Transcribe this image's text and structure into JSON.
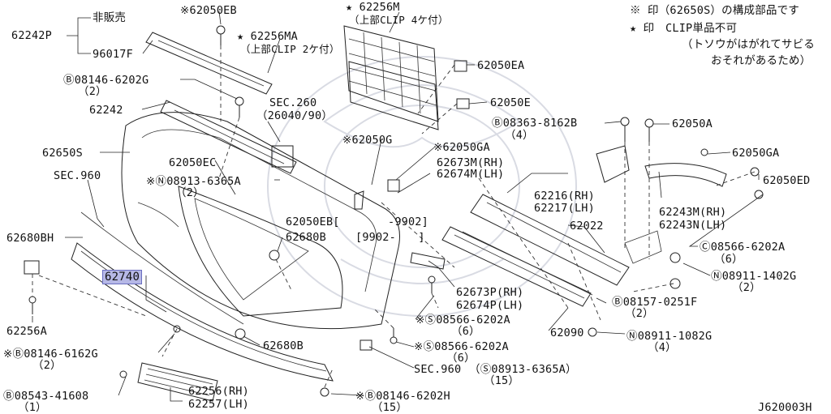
{
  "diagram_id": "J620003H",
  "notes": [
    "※ 印（62650S）の構成部品です",
    "★ 印　CLIP単品不可",
    "（トソウがはがれてサビる",
    "おそれがあるため）"
  ],
  "parts": [
    {
      "key": "p62050EB_top",
      "text": "※62050EB"
    },
    {
      "key": "p62256M",
      "text": "★ 62256M"
    },
    {
      "key": "p62256M_sub",
      "text": "（上部CLIP 4ケ付）"
    },
    {
      "key": "p_hanbai",
      "text": "非販売"
    },
    {
      "key": "p62242P",
      "text": "62242P"
    },
    {
      "key": "p96017F",
      "text": "96017F"
    },
    {
      "key": "p62256MA",
      "text": "★ 62256MA"
    },
    {
      "key": "p62256MA_sub",
      "text": "（上部CLIP 2ケ付）"
    },
    {
      "key": "p62050EA",
      "text": "62050EA"
    },
    {
      "key": "p08146_6202G",
      "text": "Ⓑ08146-6202G"
    },
    {
      "key": "p08146_6202G_q",
      "text": "（2）"
    },
    {
      "key": "p62050E",
      "text": "62050E"
    },
    {
      "key": "p62242",
      "text": "62242"
    },
    {
      "key": "pSEC260",
      "text": "SEC.260"
    },
    {
      "key": "pSEC260_sub",
      "text": "（26040/90）"
    },
    {
      "key": "p08363",
      "text": "Ⓑ08363-8162B"
    },
    {
      "key": "p08363_q",
      "text": "（4）"
    },
    {
      "key": "p62050A",
      "text": "62050A"
    },
    {
      "key": "p62650S",
      "text": "62650S"
    },
    {
      "key": "p62050G",
      "text": "※62050G"
    },
    {
      "key": "p62050GA_mid",
      "text": "※62050GA"
    },
    {
      "key": "p62050GA_right",
      "text": "62050GA"
    },
    {
      "key": "p62050EC",
      "text": "62050EC"
    },
    {
      "key": "pSEC960_left",
      "text": "SEC.960"
    },
    {
      "key": "p08913_a",
      "text": "※Ⓝ08913-6365A"
    },
    {
      "key": "p08913_a_q",
      "text": "（2）"
    },
    {
      "key": "p62673M",
      "text": "62673M(RH)"
    },
    {
      "key": "p62674M",
      "text": "62674M(LH)"
    },
    {
      "key": "p62050ED",
      "text": "62050ED"
    },
    {
      "key": "p62216",
      "text": "62216(RH)"
    },
    {
      "key": "p62217",
      "text": "62217(LH)"
    },
    {
      "key": "p62243M",
      "text": "62243M(RH)"
    },
    {
      "key": "p62243N",
      "text": "62243N(LH)"
    },
    {
      "key": "p9902_end",
      "text": "-9902]"
    },
    {
      "key": "p62050EB_mid",
      "text": "62050EB["
    },
    {
      "key": "p62680B_mid",
      "text": "62680B"
    },
    {
      "key": "p9902_start",
      "text": "[9902-　　]"
    },
    {
      "key": "p62022",
      "text": "62022"
    },
    {
      "key": "p62680BH",
      "text": "62680BH"
    },
    {
      "key": "p08566_6202A_r",
      "text": "Ⓒ08566-6202A"
    },
    {
      "key": "p08566_6202A_r_q",
      "text": "（6）"
    },
    {
      "key": "p62740",
      "text": "62740"
    },
    {
      "key": "p08911_1402G",
      "text": "Ⓝ08911-1402G"
    },
    {
      "key": "p08911_1402G_q",
      "text": "（2）"
    },
    {
      "key": "p62673P",
      "text": "62673P(RH)"
    },
    {
      "key": "p62674P",
      "text": "62674P(LH)"
    },
    {
      "key": "p08157",
      "text": "Ⓑ08157-0251F"
    },
    {
      "key": "p08157_q",
      "text": "（2）"
    },
    {
      "key": "p62256A",
      "text": "62256A"
    },
    {
      "key": "p08566_a",
      "text": "※Ⓢ08566-6202A"
    },
    {
      "key": "p08566_a_q",
      "text": "（6）"
    },
    {
      "key": "p62090",
      "text": "62090"
    },
    {
      "key": "p08911_1082G",
      "text": "Ⓝ08911-1082G"
    },
    {
      "key": "p08911_1082G_q",
      "text": "（4）"
    },
    {
      "key": "p08146_6162G",
      "text": "※Ⓑ08146-6162G"
    },
    {
      "key": "p08146_6162G_q",
      "text": "（2）"
    },
    {
      "key": "p62680B_bot",
      "text": "62680B"
    },
    {
      "key": "p08566_b",
      "text": "※Ⓢ08566-6202A"
    },
    {
      "key": "p08566_b_q",
      "text": "（6）"
    },
    {
      "key": "pSEC960_bot",
      "text": "SEC.960"
    },
    {
      "key": "p08913_b",
      "text": "（Ⓢ08913-6365A）"
    },
    {
      "key": "p08913_b_q",
      "text": "（15）"
    },
    {
      "key": "p62256",
      "text": "62256(RH)"
    },
    {
      "key": "p62257",
      "text": "62257(LH)"
    },
    {
      "key": "p08543",
      "text": "Ⓑ08543-41608"
    },
    {
      "key": "p08543_q",
      "text": "（1）"
    },
    {
      "key": "p08146_6202H",
      "text": "※Ⓑ08146-6202H"
    },
    {
      "key": "p08146_6202H_q",
      "text": "（15）"
    }
  ],
  "highlighted_part": "62740",
  "accent_color": "#b6b8e6"
}
